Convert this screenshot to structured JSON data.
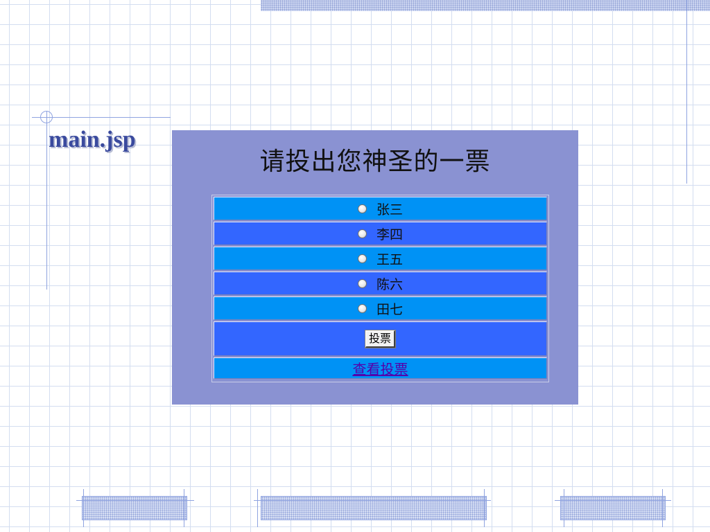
{
  "slide": {
    "title": "main.jsp"
  },
  "vote_form": {
    "heading": "请投出您神圣的一票",
    "candidates": [
      {
        "name": "张三",
        "checked": false
      },
      {
        "name": "李四",
        "checked": false
      },
      {
        "name": "王五",
        "checked": false
      },
      {
        "name": "陈六",
        "checked": false
      },
      {
        "name": "田七",
        "checked": false
      }
    ],
    "submit_label": "投票",
    "view_link": "查看投票"
  },
  "colors": {
    "panel_bg": "#8a92d2",
    "row_cyan": "#0092f5",
    "row_blue": "#3366ff",
    "title_color": "#3a4a9e",
    "link_color": "#5500aa",
    "grid_line": "#d3ddf0",
    "accent_line": "#8fa3e0"
  }
}
